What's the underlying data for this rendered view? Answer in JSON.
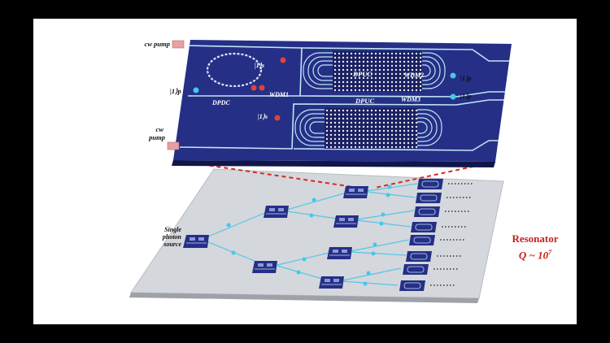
{
  "chip": {
    "cw_pump_top": "cw pump",
    "cw_pump_bottom_line1": "cw",
    "cw_pump_bottom_line2": "pump",
    "dpdc": "DPDC",
    "wdm1": "WDM1",
    "wdm2": "WDM2",
    "wdm3": "WDM3",
    "dpuc_top": "DPUC",
    "dpuc_bottom": "DPUC",
    "ket_p": "|1⟩p",
    "ket_s": "|1⟩s"
  },
  "network": {
    "source_line1": "Single",
    "source_line2": "photon",
    "source_line3": "source"
  },
  "resonator": {
    "title": "Resonator",
    "q_prefix": "Q ~ 10",
    "q_exp": "7"
  },
  "colors": {
    "chip_blue": "#262f86",
    "waveguide": "#bfe6f5",
    "photon": "#44c8ea",
    "pump_dot": "#e0423a",
    "accent_red": "#c8201c",
    "board": "#d4d7dc"
  }
}
